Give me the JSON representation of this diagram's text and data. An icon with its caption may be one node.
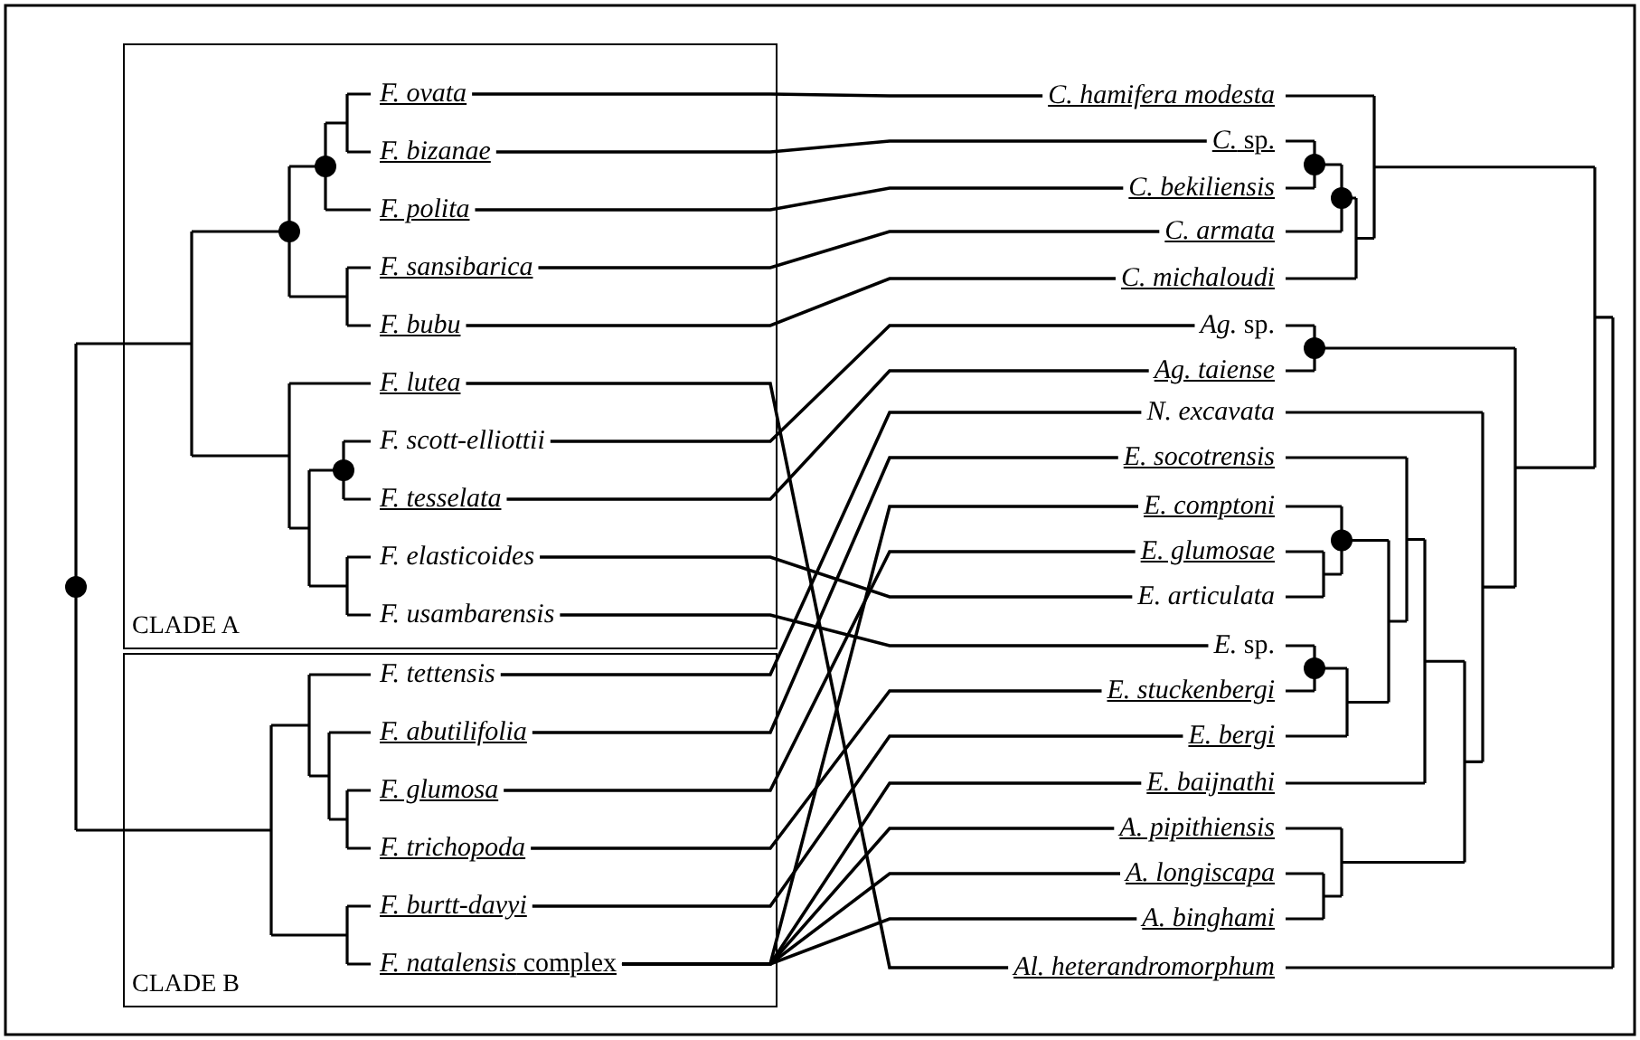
{
  "diagram": {
    "nodes": [
      {
        "text": [
          "CLADE A"
        ]
      },
      {
        "text": [
          "F. ovata"
        ],
        "in": 0
      },
      {
        "text": [
          "F. bizanae"
        ],
        "in": 0
      },
      {
        "text": [
          "F. polita"
        ],
        "in": 0
      },
      {
        "text": [
          "F. sansibarica"
        ],
        "in": 0
      },
      {
        "text": [
          "F. bubu"
        ],
        "in": 0
      },
      {
        "text": [
          "F. lutea"
        ],
        "in": 0
      },
      {
        "text": [
          "F. scott-elliottii"
        ],
        "in": 0
      },
      {
        "text": [
          "F. tesselata"
        ],
        "in": 0
      },
      {
        "text": [
          "F. elasticoides"
        ],
        "in": 0
      },
      {
        "text": [
          "F. usambarensis"
        ],
        "in": 0
      },
      {
        "text": [
          "CLADE B"
        ]
      },
      {
        "text": [
          "F. tettensis"
        ],
        "in": 11
      },
      {
        "text": [
          "F. abutilifolia"
        ],
        "in": 11
      },
      {
        "text": [
          "F. glumosa"
        ],
        "in": 11
      },
      {
        "text": [
          "F. trichopoda"
        ],
        "in": 11
      },
      {
        "text": [
          "F. burtt-davyi"
        ],
        "in": 11
      },
      {
        "text": [
          "*F. natalensis* complex"
        ],
        "in": 11
      },
      {
        "text": [
          "C. hamifera modesta"
        ]
      },
      {
        "text": [
          "*C.* sp."
        ]
      },
      {
        "text": [
          "C. bekiliensis"
        ]
      },
      {
        "text": [
          "C. armata"
        ]
      },
      {
        "text": [
          "C. michaloudi"
        ]
      },
      {
        "text": [
          "*Ag.* sp."
        ]
      },
      {
        "text": [
          "Ag. taiense"
        ]
      },
      {
        "text": [
          "N. excavata"
        ]
      },
      {
        "text": [
          "E. socotrensis"
        ]
      },
      {
        "text": [
          "E. comptoni"
        ]
      },
      {
        "text": [
          "E. glumosae"
        ]
      },
      {
        "text": [
          "E. articulata"
        ]
      },
      {
        "text": [
          "*E.* sp."
        ]
      },
      {
        "text": [
          "E. stuckenbergi"
        ]
      },
      {
        "text": [
          "E. bergi"
        ]
      },
      {
        "text": [
          "E. baijnathi"
        ]
      },
      {
        "text": [
          "A. pipithiensis"
        ]
      },
      {
        "text": [
          "A. longiscapa"
        ]
      },
      {
        "text": [
          "A. binghami"
        ]
      },
      {
        "text": [
          "Al. heterandromorphum"
        ]
      }
    ],
    "edges": [
      {
        "from": 1,
        "to": 18,
        "arrow": "none"
      },
      {
        "from": 2,
        "to": 19,
        "arrow": "none"
      },
      {
        "from": 3,
        "to": 20,
        "arrow": "none"
      },
      {
        "from": 4,
        "to": 21,
        "arrow": "none"
      },
      {
        "from": 5,
        "to": 22,
        "arrow": "none"
      },
      {
        "from": 6,
        "to": 37,
        "arrow": "none"
      },
      {
        "from": 7,
        "to": 23,
        "arrow": "none"
      },
      {
        "from": 8,
        "to": 24,
        "arrow": "none"
      },
      {
        "from": 9,
        "to": 29,
        "arrow": "none"
      },
      {
        "from": 10,
        "to": 30,
        "arrow": "none"
      },
      {
        "from": 12,
        "to": 25,
        "arrow": "none"
      },
      {
        "from": 13,
        "to": 26,
        "arrow": "none"
      },
      {
        "from": 14,
        "to": 28,
        "arrow": "none"
      },
      {
        "from": 15,
        "to": 31,
        "arrow": "none"
      },
      {
        "from": 16,
        "to": 32,
        "arrow": "none"
      },
      {
        "from": 17,
        "to": 27,
        "arrow": "none"
      },
      {
        "from": 17,
        "to": 33,
        "arrow": "none"
      },
      {
        "from": 17,
        "to": 34,
        "arrow": "none"
      },
      {
        "from": 17,
        "to": 35,
        "arrow": "none"
      },
      {
        "from": 17,
        "to": 36,
        "arrow": "none"
      }
    ]
  }
}
